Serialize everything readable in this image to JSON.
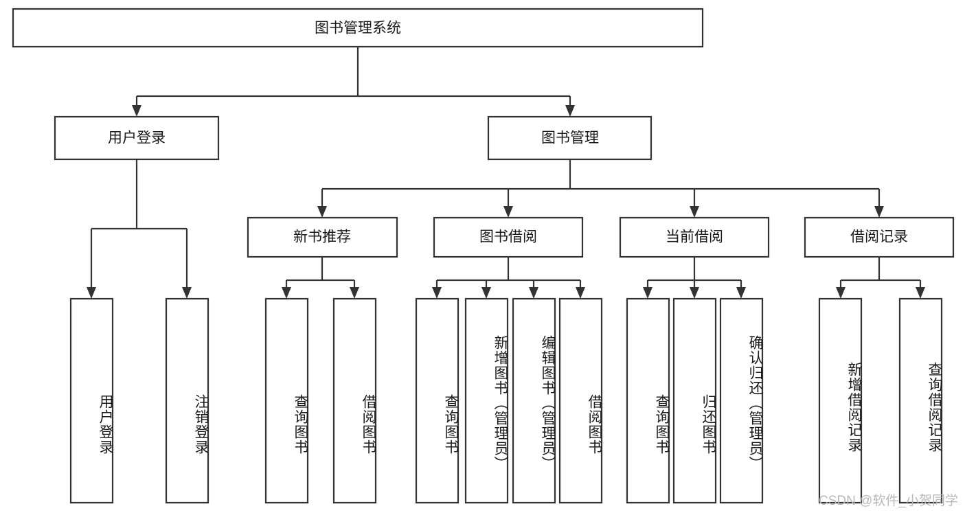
{
  "diagram": {
    "title": "图书管理系统",
    "type": "hierarchy-tree",
    "watermark": "CSDN @软件_小贺同学",
    "colors": {
      "box_stroke": "#333333",
      "box_fill": "#ffffff",
      "text": "#1a1a1a",
      "connector": "#333333",
      "watermark": "#b9b9b9",
      "background": "#ffffff"
    },
    "levels": {
      "root": {
        "label": "图书管理系统"
      },
      "level2": [
        {
          "label": "用户登录"
        },
        {
          "label": "图书管理"
        }
      ],
      "level3": [
        {
          "label": "新书推荐"
        },
        {
          "label": "图书借阅"
        },
        {
          "label": "当前借阅"
        },
        {
          "label": "借阅记录"
        }
      ],
      "leaves": [
        {
          "label": "用户登录",
          "parent": "用户登录"
        },
        {
          "label": "注销登录",
          "parent": "用户登录"
        },
        {
          "label": "查询图书",
          "parent": "新书推荐"
        },
        {
          "label": "借阅图书",
          "parent": "新书推荐"
        },
        {
          "label": "查询图书",
          "parent": "图书借阅"
        },
        {
          "label": "新增图书（管理员）",
          "parent": "图书借阅"
        },
        {
          "label": "编辑图书（管理员）",
          "parent": "图书借阅"
        },
        {
          "label": "借阅图书",
          "parent": "图书借阅"
        },
        {
          "label": "查询图书",
          "parent": "当前借阅"
        },
        {
          "label": "归还图书",
          "parent": "当前借阅"
        },
        {
          "label": "确认归还（管理员）",
          "parent": "当前借阅"
        },
        {
          "label": "新增借阅记录",
          "parent": "借阅记录"
        },
        {
          "label": "查询借阅记录",
          "parent": "借阅记录"
        }
      ]
    }
  }
}
